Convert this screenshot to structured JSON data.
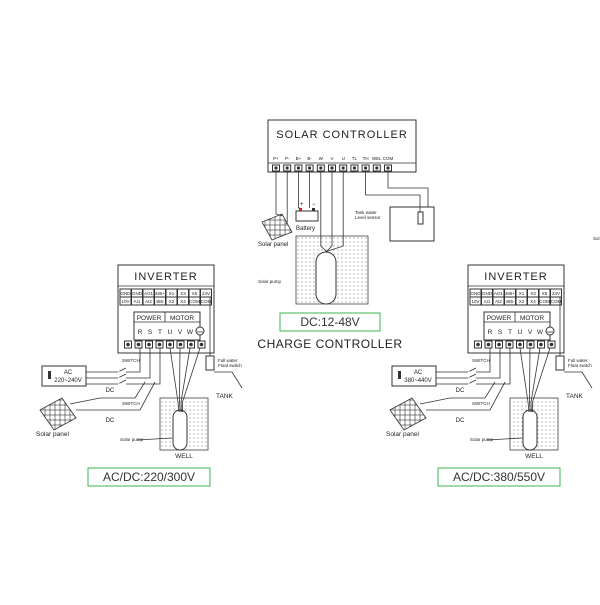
{
  "colors": {
    "line": "#333333",
    "green_frame": "#3cb44b",
    "battery_red": "#cc2222"
  },
  "top": {
    "title": "SOLAR CONTROLLER",
    "terminals": [
      "P+",
      "P-",
      "B+",
      "B-",
      "W",
      "V",
      "U",
      "TL",
      "TH",
      "WEL",
      "COM"
    ],
    "battery_plus": "+",
    "battery_minus": "−",
    "battery_label": "Battery",
    "panel_label": "Solar panel",
    "tank_label_1": "Tank water",
    "tank_label_2": "Level sensor",
    "pump_label": "Solar pump",
    "voltage": "DC:12-48V",
    "caption": "CHARGE CONTROLLER"
  },
  "left": {
    "title": "INVERTER",
    "row1": [
      "GND",
      "GND",
      "AO1",
      "485+",
      "X1",
      "X3",
      "X5",
      "24V"
    ],
    "row2": [
      "10V",
      "AI1",
      "AI2",
      "485-",
      "X2",
      "X4",
      "COM",
      "COM"
    ],
    "power_label": "POWER",
    "motor_label": "MOTOR",
    "terms": [
      "R",
      "S",
      "T",
      "U",
      "V",
      "W"
    ],
    "ac_label": "AC",
    "ac_voltage": "220~240V",
    "switch_label_1": "SWITCH",
    "switch_label_2": "SWITCH",
    "dc_label_1": "DC",
    "dc_label_2": "DC",
    "panel_label": "Solar panel",
    "pump_label": "Solar pump",
    "well_label": "WELL",
    "float_1": "Full water",
    "float_2": "Float switch",
    "tank_label": "TANK",
    "voltage": "AC/DC:220/300V"
  },
  "right": {
    "title": "INVERTER",
    "row1": [
      "GND",
      "GND",
      "AO1",
      "485+",
      "X1",
      "X3",
      "X5",
      "24V"
    ],
    "row2": [
      "10V",
      "AI1",
      "AI2",
      "485-",
      "X2",
      "X4",
      "COM",
      "COM"
    ],
    "power_label": "POWER",
    "motor_label": "MOTOR",
    "terms": [
      "R",
      "S",
      "T",
      "U",
      "V",
      "W"
    ],
    "ac_label": "AC",
    "ac_voltage": "380~440V",
    "switch_label_1": "SWITCH",
    "switch_label_2": "SWITCH",
    "dc_label_1": "DC",
    "dc_label_2": "DC",
    "panel_label": "Solar panel",
    "pump_label": "Solar pump",
    "well_label": "WELL",
    "float_1": "Full water",
    "float_2": "Float switch",
    "tank_label": "TANK",
    "voltage": "AC/DC:380/550V"
  },
  "edge_fragment": "Sol"
}
